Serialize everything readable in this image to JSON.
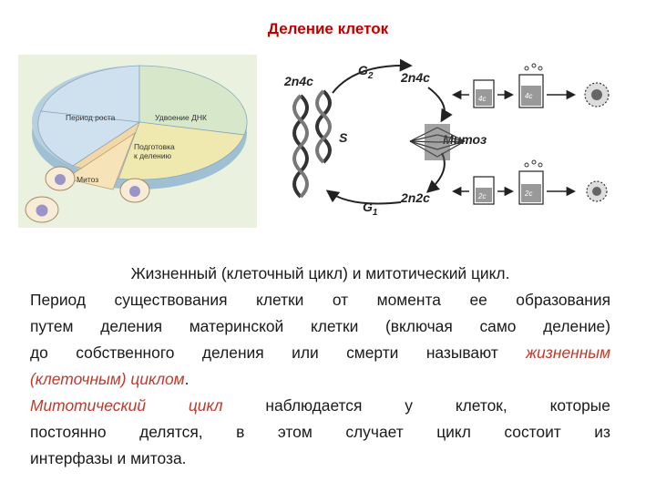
{
  "slide": {
    "title": "Деление клеток"
  },
  "cycle_diagram": {
    "labels": {
      "growth": "Период роста",
      "dna": "Удвоение ДНК",
      "prep_line1": "Подготовка",
      "prep_line2": "к делению",
      "mitosis": "Митоз"
    },
    "colors": {
      "growth": "#cfe0ee",
      "dna": "#d6e8c9",
      "prep": "#efe9b0",
      "mitosis": "#f3d7a4",
      "rim": "#9fbfd3",
      "background": "#eaf1df"
    }
  },
  "mitotic_diagram": {
    "labels": {
      "top_left": "2n4c",
      "g2": "G",
      "g2_sub": "2",
      "top_right": "2n4c",
      "s": "S",
      "mitosis": "Митоз",
      "bottom_right": "2n2c",
      "g1": "G",
      "g1_sub": "1",
      "vial_4c_1": "4c",
      "vial_4c_2": "4c",
      "vial_2c_1": "2c",
      "vial_2c_2": "2c"
    }
  },
  "text": {
    "heading": "Жизненный (клеточный цикл) и митотический цикл.",
    "lines": [
      "Период существования клетки от момента ее образования",
      "путем деления материнской клетки (включая само деление)",
      "до собственного деления или смерти называют"
    ],
    "term_life_1": "жизненным",
    "term_life_2": "(клеточным) циклом",
    "period": ".",
    "term_mitotic": "Митотический цикл",
    "mitotic_rest_line": "наблюдается у клеток, которые",
    "line_6": "постоянно делятся, в этом случает цикл состоит из",
    "line_7": "интерфазы и митоза."
  }
}
